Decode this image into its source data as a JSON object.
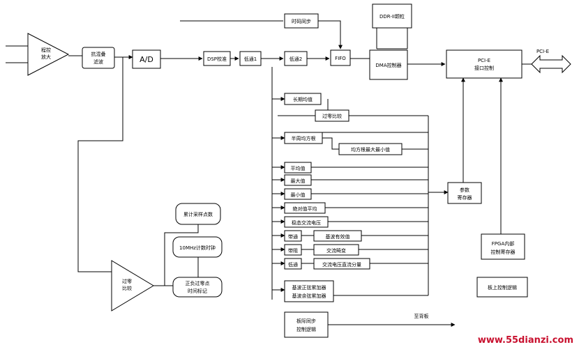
{
  "blocks": {
    "amp": [
      "程控",
      "放大"
    ],
    "antialias": [
      "抗混叠",
      "滤波"
    ],
    "adc": "A/D",
    "dsp": "DSP校准",
    "lowpass1": "低通1",
    "lowpass2": "低通2",
    "fifo": "FIFO",
    "clock_sync": "时码同步",
    "ddr": "DDR-II颗粒",
    "dma": "DMA控制器",
    "pcie_ctrl": [
      "PCI-E",
      "接口控制"
    ],
    "pcie_port": "PCI-E",
    "long_avg": "长期均值",
    "zero_cross_cmp": "过零比较",
    "half_rms": "半周均方根",
    "rms_maxmin": "均方根最大最小值",
    "avg": "平均值",
    "max": "最大值",
    "min": "最小值",
    "abs_avg": "绝对值平均",
    "steady_ac": "稳态交流电压",
    "bandpass": "带通",
    "fund_rms": "基波有效值",
    "bandstop": "带阻",
    "ac_distortion": "交流畸变",
    "lowpass3": "低通",
    "ac_dc_component": "交流电压直流分量",
    "sin_cos_acc": [
      "基波正弦累加器",
      "基波余弦累加器"
    ],
    "param_reg": [
      "参数",
      "寄存器"
    ],
    "fpga_reg": [
      "FPGA内部",
      "控制寄存器"
    ],
    "board_logic": "板上控制逻辑",
    "comparator": [
      "过零",
      "比较"
    ],
    "sample_count": "累计采样点数",
    "clk_10m": "10MHz计数时钟",
    "zero_time_mark": [
      "正负过零点",
      "时间标记"
    ],
    "inter_board_sync": [
      "板际同步",
      "控制逻辑"
    ],
    "to_backplane": "至背板"
  },
  "watermark": "www.55dianzi.com"
}
